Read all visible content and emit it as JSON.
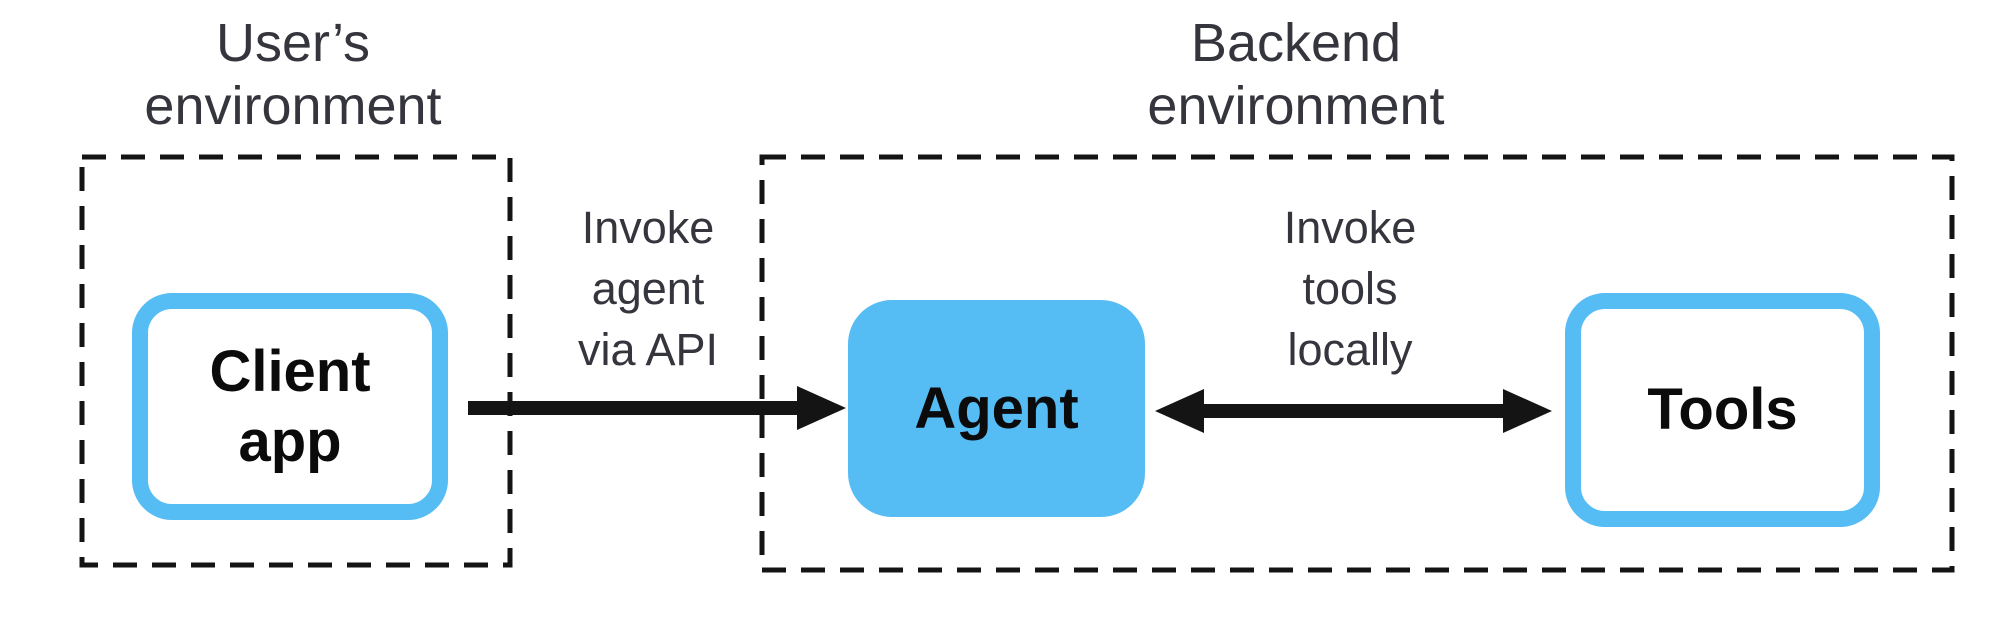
{
  "user_environment": {
    "title": "User’s\nenvironment",
    "client_app": {
      "label": "Client\napp"
    }
  },
  "backend_environment": {
    "title": "Backend\nenvironment",
    "agent": {
      "label": "Agent"
    },
    "tools": {
      "label": "Tools"
    }
  },
  "edges": {
    "client_to_agent": {
      "label": "Invoke\nagent\nvia API",
      "direction": "right"
    },
    "agent_to_tools": {
      "label": "Invoke\ntools\nlocally",
      "direction": "both"
    }
  },
  "colors": {
    "accent_blue": "#56bcf4",
    "line_black": "#141414",
    "label_text": "#35353d",
    "node_text": "#0b0b0b"
  }
}
